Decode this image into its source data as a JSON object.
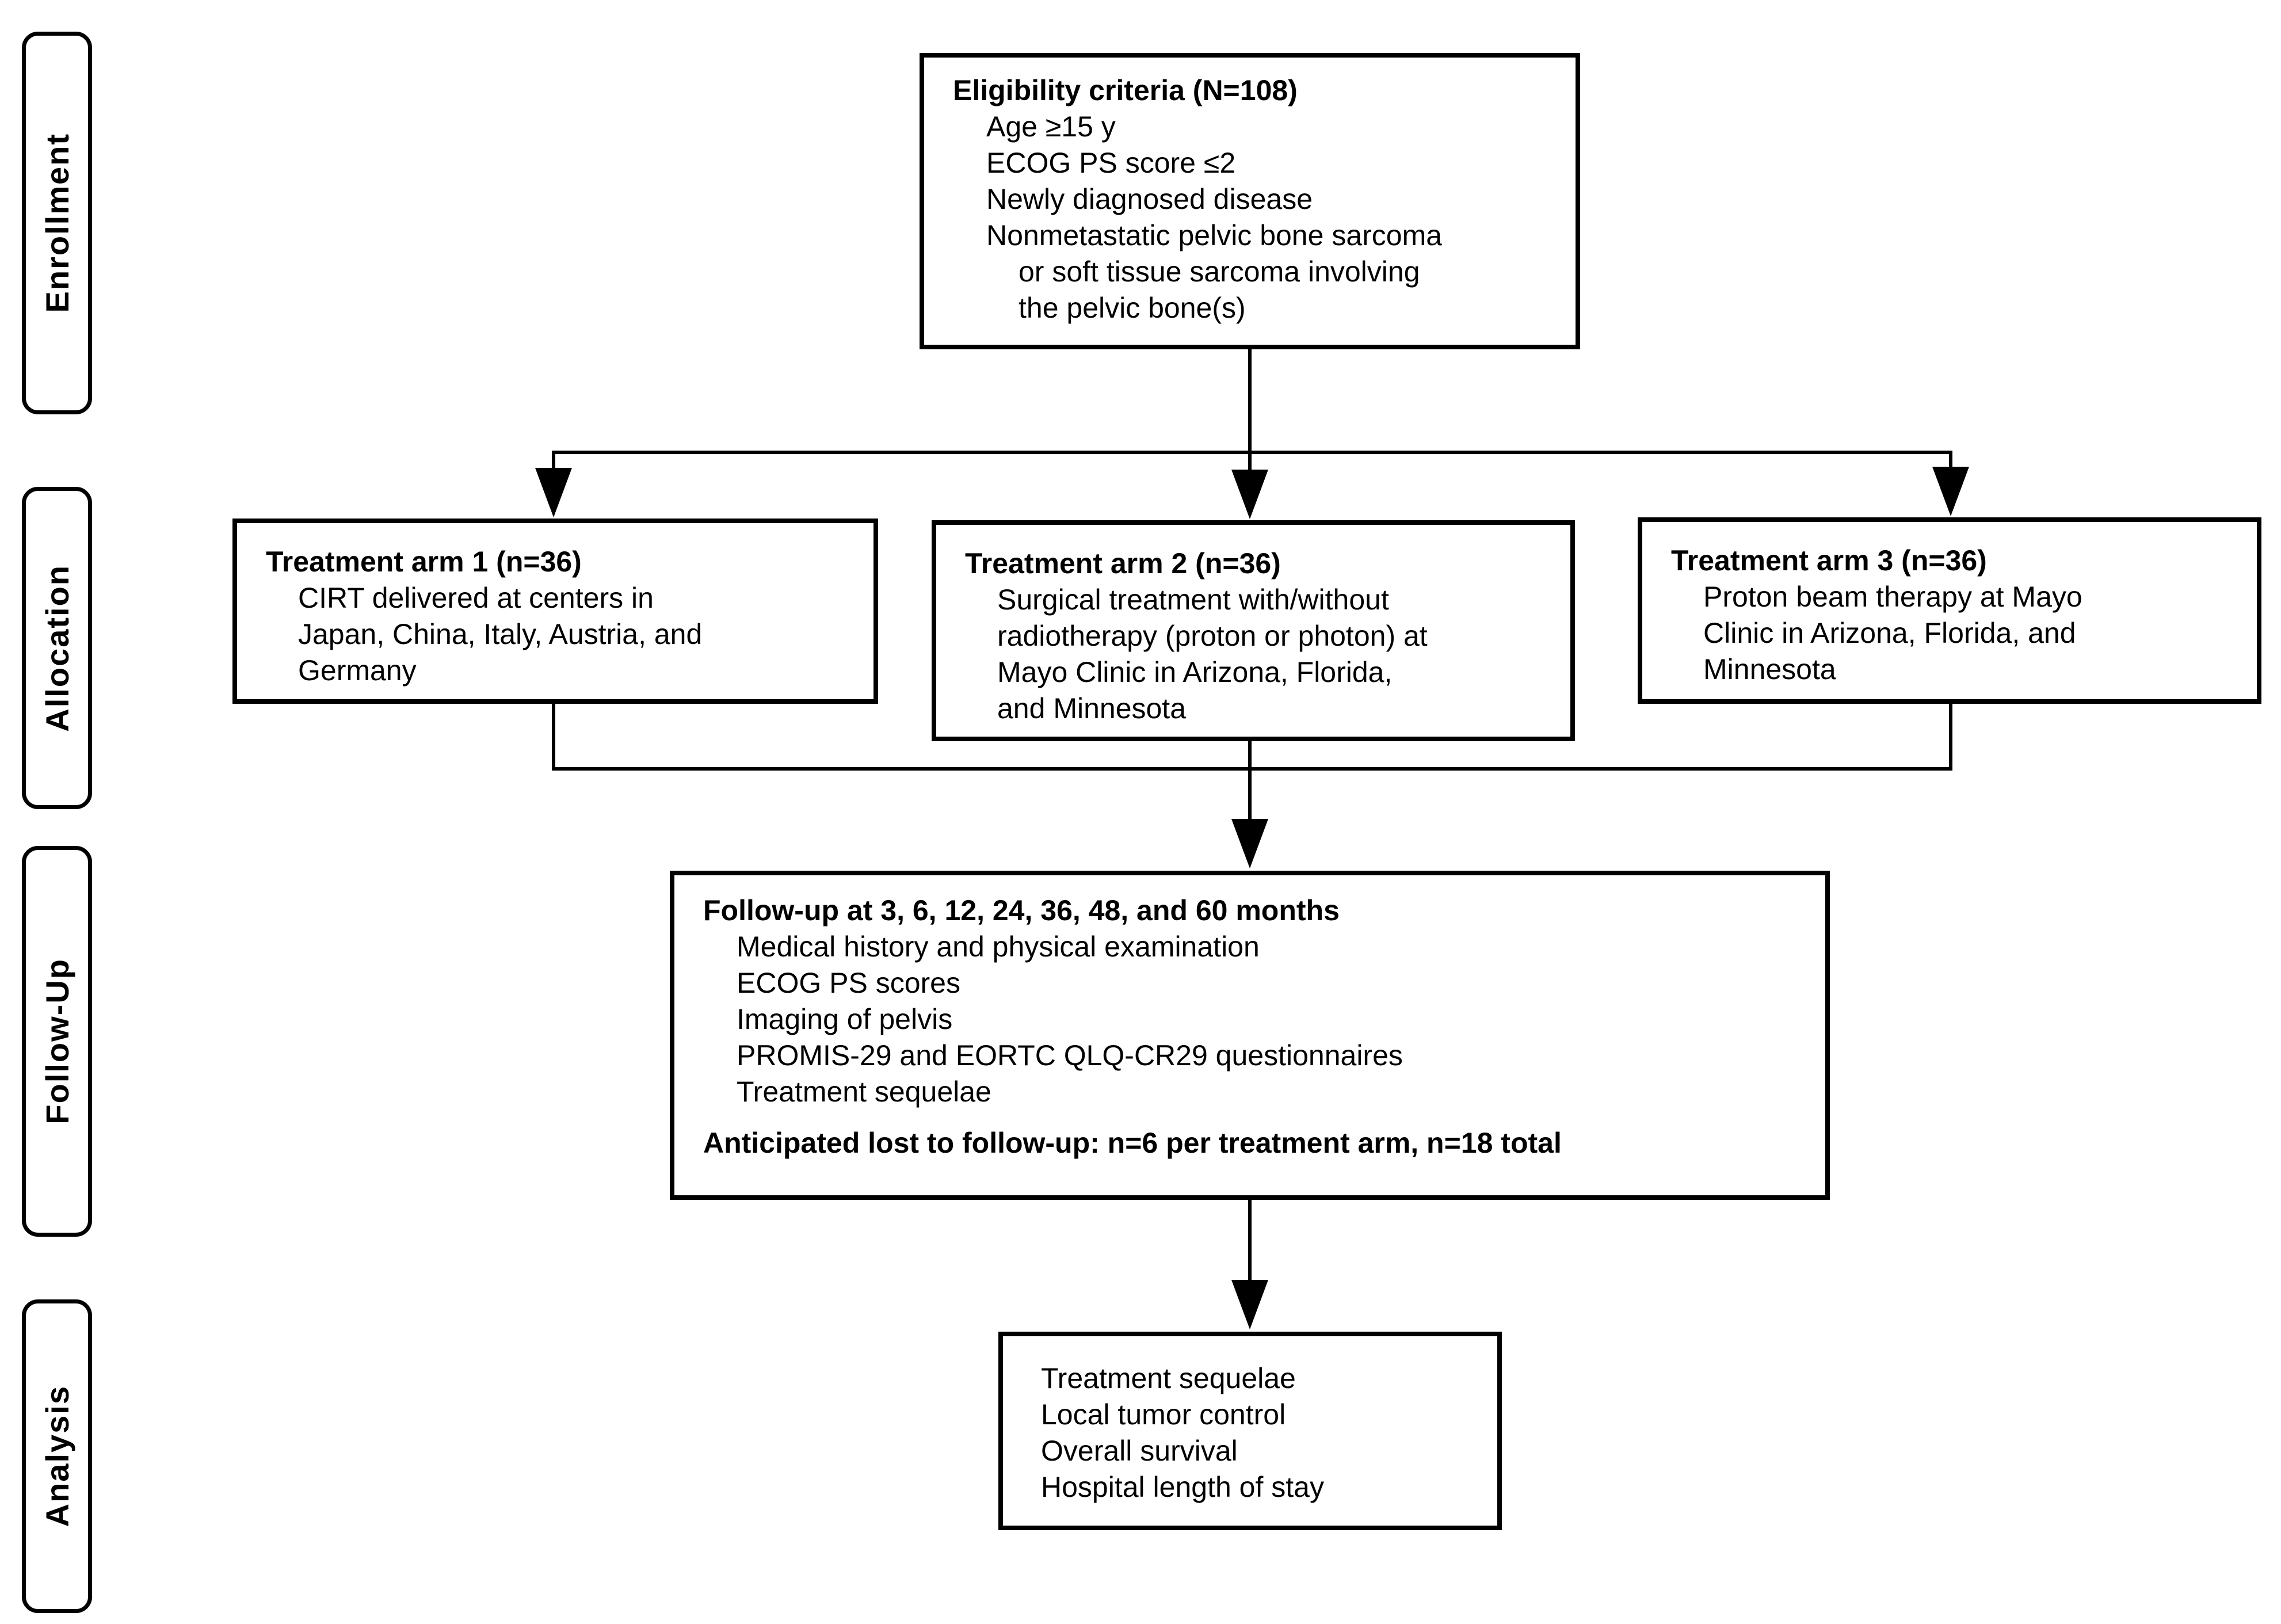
{
  "figure": {
    "type": "clinical-trial-flow-diagram",
    "colors": {
      "background": "#ffffff",
      "line": "#000000",
      "box_border": "#000000",
      "text": "#000000"
    }
  },
  "stage_labels": [
    {
      "id": "enrollment",
      "label": "Enrollment"
    },
    {
      "id": "allocation",
      "label": "Allocation"
    },
    {
      "id": "follow_up",
      "label": "Follow-Up"
    },
    {
      "id": "analysis",
      "label": "Analysis"
    }
  ],
  "boxes": {
    "eligibility": {
      "title": "Eligibility criteria (N=108)",
      "items": [
        "Age ≥15 y",
        "ECOG PS score ≤2",
        "Newly diagnosed disease",
        "Nonmetastatic pelvic bone sarcoma\nor soft tissue sarcoma involving\nthe pelvic bone(s)"
      ]
    },
    "arm1": {
      "title": "Treatment arm 1 (n=36)",
      "body": "CIRT delivered at centers in\nJapan, China, Italy, Austria, and\nGermany"
    },
    "arm2": {
      "title": "Treatment arm 2 (n=36)",
      "body": "Surgical treatment with/without\nradiotherapy (proton or photon) at\nMayo Clinic in Arizona, Florida,\nand Minnesota"
    },
    "arm3": {
      "title": "Treatment arm 3 (n=36)",
      "body": "Proton beam therapy at Mayo\nClinic in Arizona, Florida, and\nMinnesota"
    },
    "followup": {
      "title": "Follow-up at 3, 6, 12, 24, 36, 48, and 60 months",
      "items": [
        "Medical history and physical examination",
        "ECOG PS scores",
        "Imaging of pelvis",
        "PROMIS-29 and EORTC QLQ-CR29 questionnaires",
        "Treatment sequelae"
      ],
      "footer": "Anticipated lost to follow-up: n=6 per treatment arm, n=18 total"
    },
    "analysis": {
      "items": [
        "Treatment sequelae",
        "Local tumor control",
        "Overall survival",
        "Hospital length of stay"
      ]
    }
  }
}
